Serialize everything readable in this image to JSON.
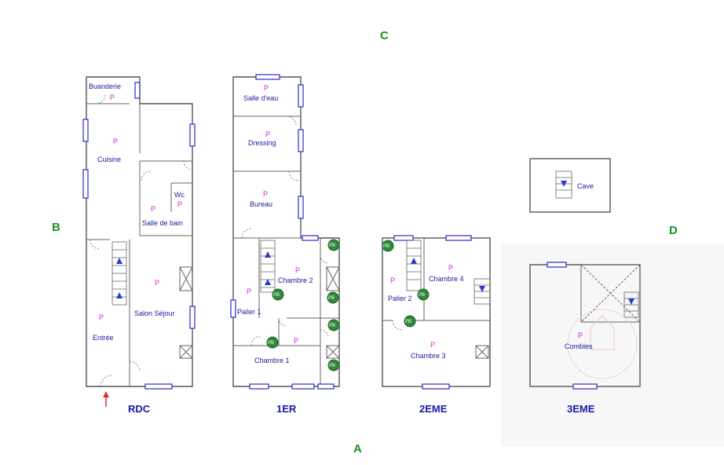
{
  "compass": {
    "north": "C",
    "south": "A",
    "west": "B",
    "east": "D"
  },
  "levels": {
    "rdc": "RDC",
    "first": "1ER",
    "second": "2EME",
    "third": "3EME"
  },
  "rooms": {
    "rdc": {
      "buanderie": "Buanderie",
      "cuisine": "Cuisine",
      "wc": "Wc",
      "salle_de_bain": "Salle de bain",
      "salon_sejour": "Salon Séjour",
      "entree": "Entrée"
    },
    "first": {
      "salle_deau": "Salle d'eau",
      "dressing": "Dressing",
      "bureau": "Bureau",
      "chambre2": "Chambre 2",
      "palier1": "Palier 1",
      "chambre1": "Chambre 1"
    },
    "second": {
      "chambre4": "Chambre 4",
      "palier2": "Palier 2",
      "chambre3": "Chambre 3"
    },
    "third": {
      "combles": "Combles"
    },
    "cave": {
      "cave": "Cave"
    }
  },
  "markers": {
    "p": "P",
    "pb": "PB"
  },
  "colors": {
    "walls": "#555555",
    "windows": "#2b2bc8",
    "labels": "#1a1aa0",
    "p_marker": "#d21fd2",
    "compass": "#1f8f1f",
    "entry_arrow": "#d23030"
  }
}
